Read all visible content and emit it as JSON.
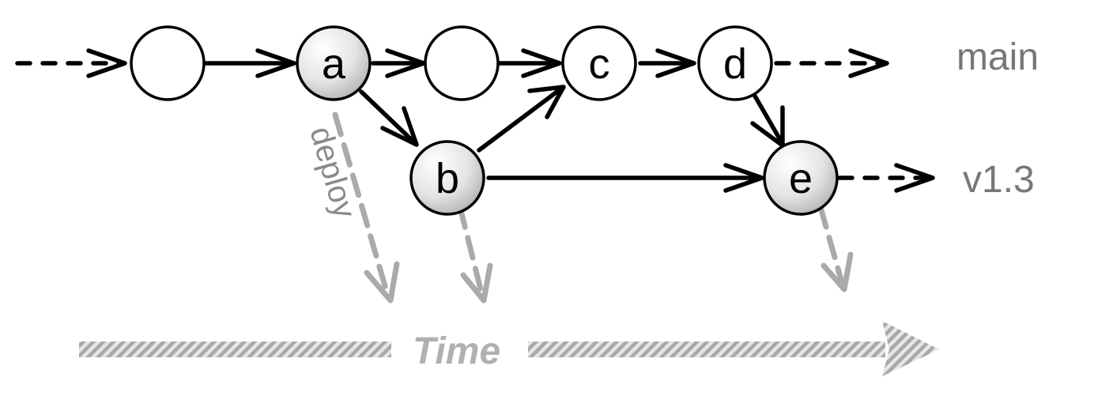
{
  "nodes": [
    {
      "id": "n1",
      "label": ""
    },
    {
      "id": "a",
      "label": "a"
    },
    {
      "id": "n3",
      "label": ""
    },
    {
      "id": "c",
      "label": "c"
    },
    {
      "id": "d",
      "label": "d"
    },
    {
      "id": "b",
      "label": "b"
    },
    {
      "id": "e",
      "label": "e"
    }
  ],
  "branches": {
    "main": "main",
    "release": "v1.3"
  },
  "deploy_label": "deploy",
  "time_label": "Time",
  "colors": {
    "edge": "#000000",
    "deploy_arrow": "#aaaaaa",
    "branch_text": "#777777",
    "time_hatch": "#b8b8b8"
  }
}
